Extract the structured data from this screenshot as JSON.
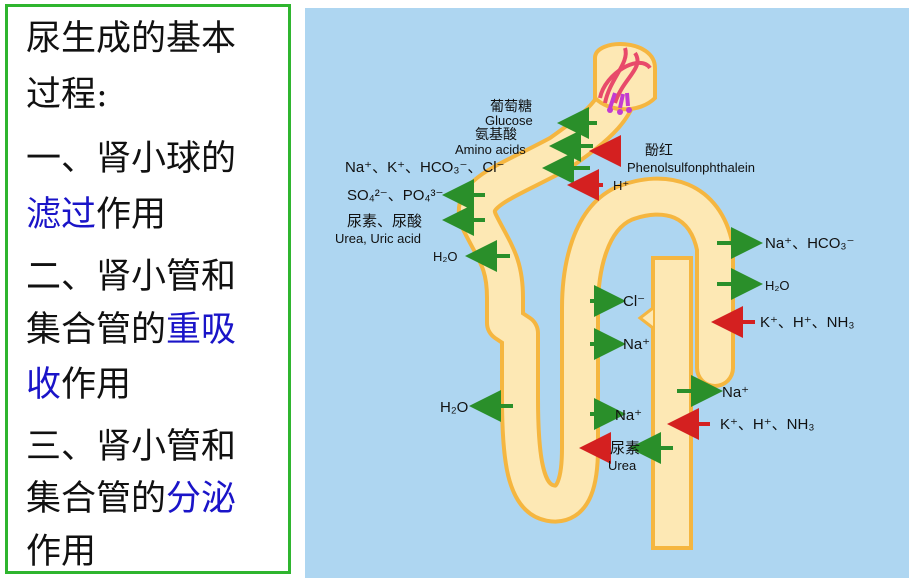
{
  "left_panel": {
    "title_line1": "尿生成的基本",
    "title_line2": "过程:",
    "item1_prefix": "一、肾小球的",
    "item1_hl": "滤过",
    "item1_suffix": "作用",
    "item2_line1": "二、肾小管和",
    "item2_line2a": "集合管的",
    "item2_hl_a": "重吸",
    "item2_hl_b": "收",
    "item2_suffix": "作用",
    "item3_line1": "三、肾小管和",
    "item3_line2a": "集合管的",
    "item3_hl": "分泌",
    "item3_suffix": "作用"
  },
  "diagram": {
    "glucose_cn": "葡萄糖",
    "glucose_en": "Glucose",
    "amino_cn": "氨基酸",
    "amino_en": "Amino acids",
    "phenol_cn": "酚红",
    "phenol_en": "Phenolsulfonphthalein",
    "ions1": "Na⁺、K⁺、HCO₃⁻、Cl⁻",
    "hplus_top": "H⁺",
    "ions2": "SO₄²⁻、PO₄³⁻",
    "urea_cn": "尿素、尿酸",
    "urea_en": "Urea, Uric acid",
    "h2o_1": "H₂O",
    "cl_mid": "Cl⁻",
    "na_mid": "Na⁺",
    "h2o_left": "H₂O",
    "na_low": "Na⁺",
    "urea2_cn": "尿素",
    "urea2_en": "Urea",
    "na_hco3": "Na⁺、HCO₃⁻",
    "h2o_right": "H₂O",
    "secrete1": "K⁺、H⁺、NH₃",
    "na_right": "Na⁺",
    "secrete2": "K⁺、H⁺、NH₃",
    "colors": {
      "tubule": "#fde8b4",
      "tubule_border": "#f5b640",
      "reabsorb": "#2a8f2a",
      "secrete": "#d42020",
      "bg": "#aed6f1"
    }
  }
}
